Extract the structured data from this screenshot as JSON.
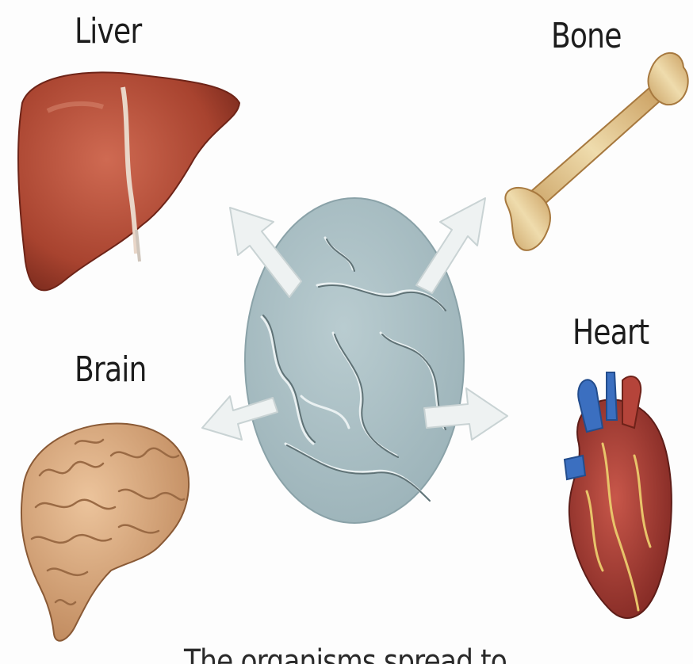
{
  "labels": {
    "liver": "Liver",
    "bone": "Bone",
    "heart": "Heart",
    "brain": "Brain"
  },
  "caption": "The organisms spread to",
  "colors": {
    "liver": "#a8432f",
    "bone": "#e2c98b",
    "heart": "#b5443a",
    "heart_vessel": "#3b6fc0",
    "brain": "#d9ae86",
    "cell": "#a9bfc4",
    "arrow": "#eef2f2"
  }
}
